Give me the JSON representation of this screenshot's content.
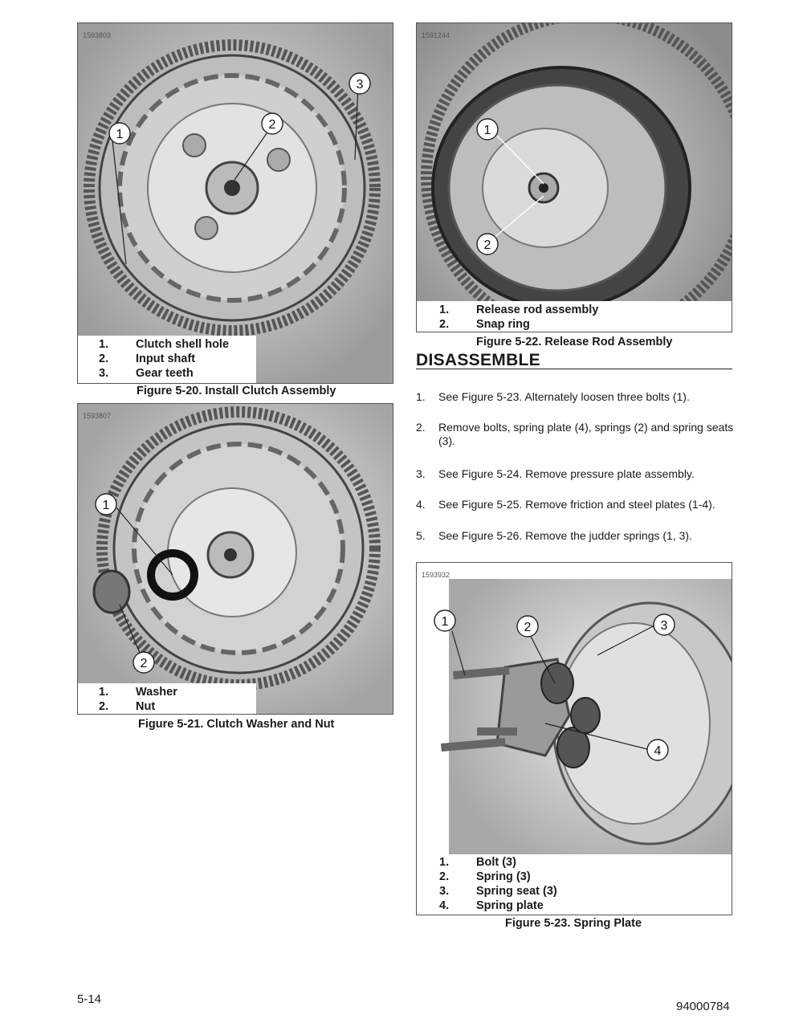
{
  "fig20": {
    "id_label": "1593803",
    "callouts": [
      "1",
      "2",
      "3"
    ],
    "legend": [
      {
        "num": "1.",
        "text": "Clutch shell hole"
      },
      {
        "num": "2.",
        "text": "Input shaft"
      },
      {
        "num": "3.",
        "text": "Gear teeth"
      }
    ],
    "caption": "Figure 5-20. Install Clutch Assembly"
  },
  "fig21": {
    "id_label": "1593807",
    "callouts": [
      "1",
      "2"
    ],
    "legend": [
      {
        "num": "1.",
        "text": "Washer"
      },
      {
        "num": "2.",
        "text": "Nut"
      }
    ],
    "caption": "Figure 5-21. Clutch Washer and Nut"
  },
  "fig22": {
    "id_label": "1591244",
    "callouts": [
      "1",
      "2"
    ],
    "legend": [
      {
        "num": "1.",
        "text": "Release rod assembly"
      },
      {
        "num": "2.",
        "text": "Snap ring"
      }
    ],
    "caption": "Figure 5-22. Release Rod Assembly"
  },
  "section": {
    "title": "DISASSEMBLE",
    "steps": [
      {
        "num": "1.",
        "text": "See Figure 5-23. Alternately loosen three bolts (1)."
      },
      {
        "num": "2.",
        "text": "Remove bolts, spring plate (4), springs (2) and spring seats (3)."
      },
      {
        "num": "3.",
        "text": "See Figure 5-24. Remove pressure plate assembly."
      },
      {
        "num": "4.",
        "text": "See Figure 5-25. Remove friction and steel plates (1-4)."
      },
      {
        "num": "5.",
        "text": "See Figure 5-26. Remove the judder springs (1, 3)."
      }
    ]
  },
  "fig23": {
    "id_label": "1593932",
    "callouts": [
      "1",
      "2",
      "3",
      "4"
    ],
    "legend": [
      {
        "num": "1.",
        "text": "Bolt (3)"
      },
      {
        "num": "2.",
        "text": "Spring (3)"
      },
      {
        "num": "3.",
        "text": "Spring seat (3)"
      },
      {
        "num": "4.",
        "text": "Spring plate"
      }
    ],
    "caption": "Figure 5-23. Spring Plate"
  },
  "footer": {
    "page_number": "5-14",
    "doc_number": "94000784"
  }
}
